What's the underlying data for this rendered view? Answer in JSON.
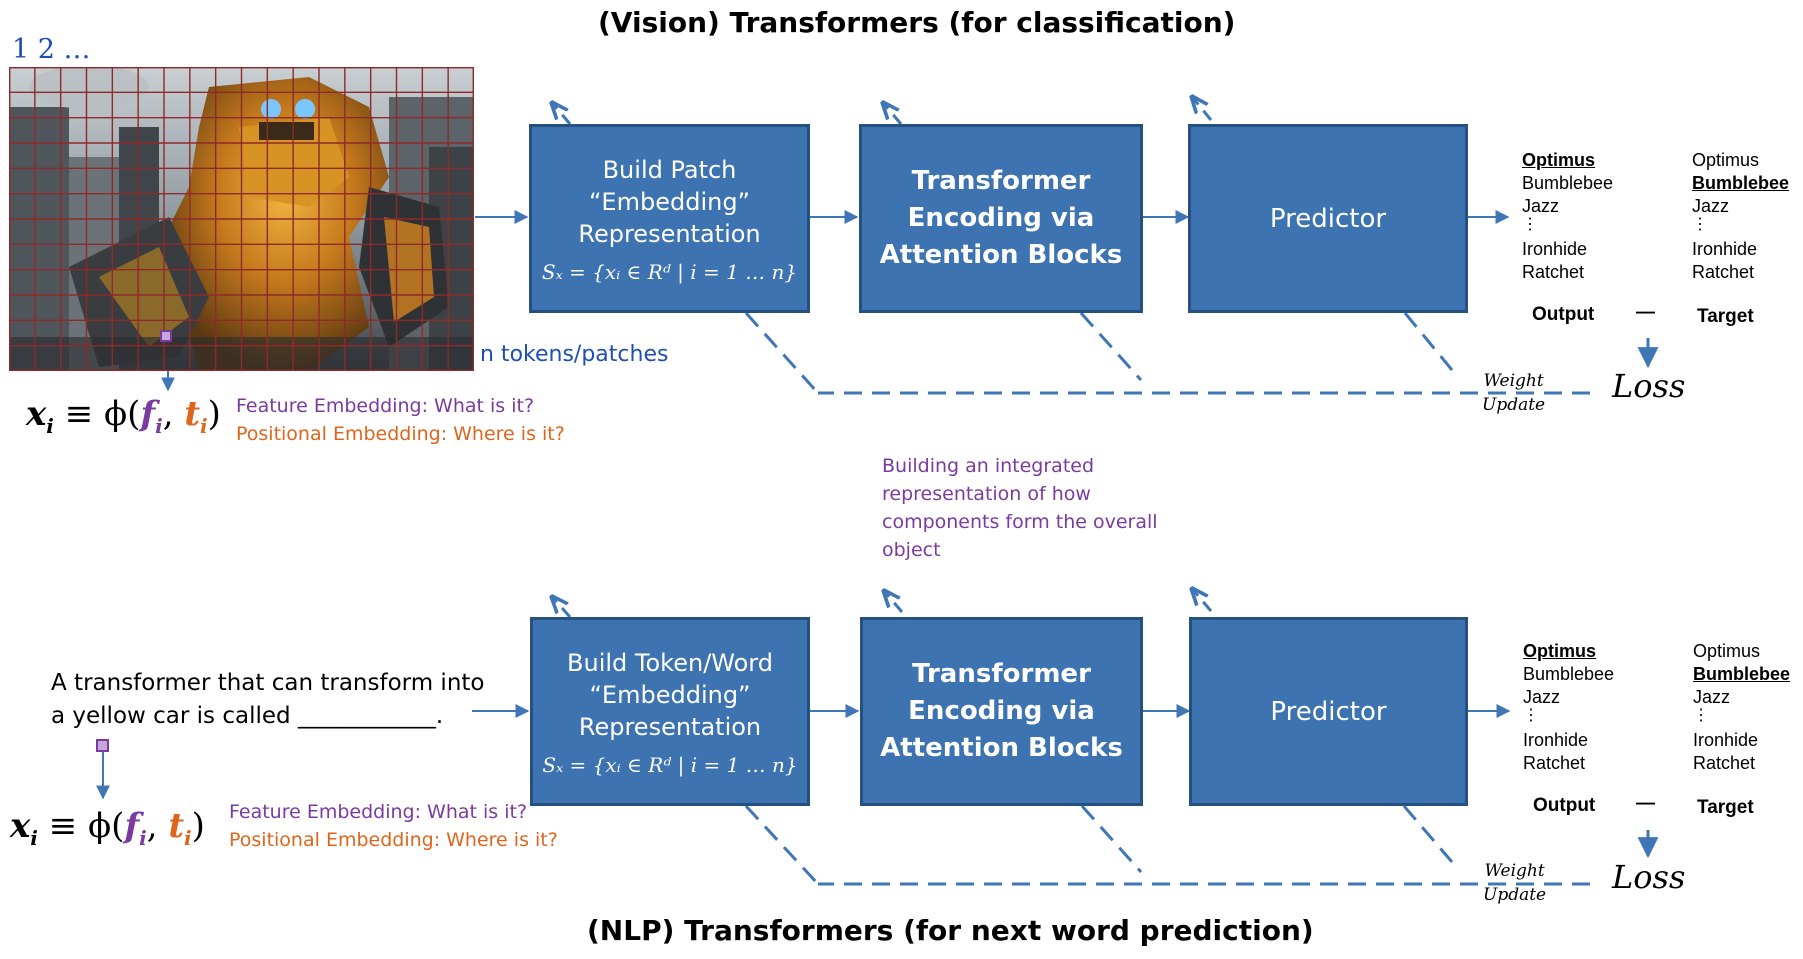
{
  "top": {
    "title": "(Vision) Transformers (for classification)",
    "patch_index_label": "1 2 …",
    "patch_count_label": "n tokens/patches",
    "embedding_box": {
      "line1": "Build Patch",
      "line2": "“Embedding”",
      "line3": "Representation",
      "formula": "Sₓ = {xᵢ ∈ Rᵈ | i = 1 … n}"
    },
    "encoder_box": {
      "line1": "Transformer",
      "line2": "Encoding via",
      "line3": "Attention Blocks"
    },
    "predictor_box": {
      "label": "Predictor"
    },
    "output_list": [
      "Optimus",
      "Bumblebee",
      "Jazz",
      "⋮",
      "Ironhide",
      "Ratchet"
    ],
    "target_list": [
      "Optimus",
      "Bumblebee",
      "Jazz",
      "⋮",
      "Ironhide",
      "Ratchet"
    ],
    "output_label": "Output",
    "minus": "—",
    "target_label": "Target",
    "loss": "Loss",
    "weight_update": [
      "Weight",
      "Update"
    ],
    "feature_embedding": "Feature Embedding: What is it?",
    "positional_embedding": "Positional Embedding: Where is it?"
  },
  "middle_note": [
    "Building an integrated",
    "representation of how",
    "components form the overall",
    "object"
  ],
  "bottom": {
    "title": "(NLP) Transformers (for next word prediction)",
    "sentence": [
      "A transformer that can transform into",
      "a yellow car is called ____________."
    ],
    "embedding_box": {
      "line1": "Build Token/Word",
      "line2": "“Embedding”",
      "line3": "Representation",
      "formula": "Sₓ = {xᵢ ∈ Rᵈ | i = 1 … n}"
    },
    "encoder_box": {
      "line1": "Transformer",
      "line2": "Encoding via",
      "line3": "Attention Blocks"
    },
    "predictor_box": {
      "label": "Predictor"
    },
    "output_list": [
      "Optimus",
      "Bumblebee",
      "Jazz",
      "⋮",
      "Ironhide",
      "Ratchet"
    ],
    "target_list": [
      "Optimus",
      "Bumblebee",
      "Jazz",
      "⋮",
      "Ironhide",
      "Ratchet"
    ],
    "output_label": "Output",
    "minus": "—",
    "target_label": "Target",
    "loss": "Loss",
    "weight_update": [
      "Weight",
      "Update"
    ],
    "feature_embedding": "Feature Embedding: What is it?",
    "positional_embedding": "Positional Embedding: Where is it?"
  },
  "formula_text": {
    "x": "x",
    "i": "i",
    "equiv": " ≡ ϕ(",
    "f": "f",
    "comma": ", ",
    "t": "t",
    "close": ")"
  },
  "colors": {
    "box_fill": "#3d73b0",
    "box_border": "#24517f",
    "arrow": "#3f76b5",
    "feature": "#7b3aa0",
    "positional": "#e0651c",
    "index_blue": "#1f4fb5",
    "grid": "#8e2a2a"
  },
  "icons": [
    "robot-image",
    "patch-marker-icon",
    "token-marker-icon"
  ]
}
